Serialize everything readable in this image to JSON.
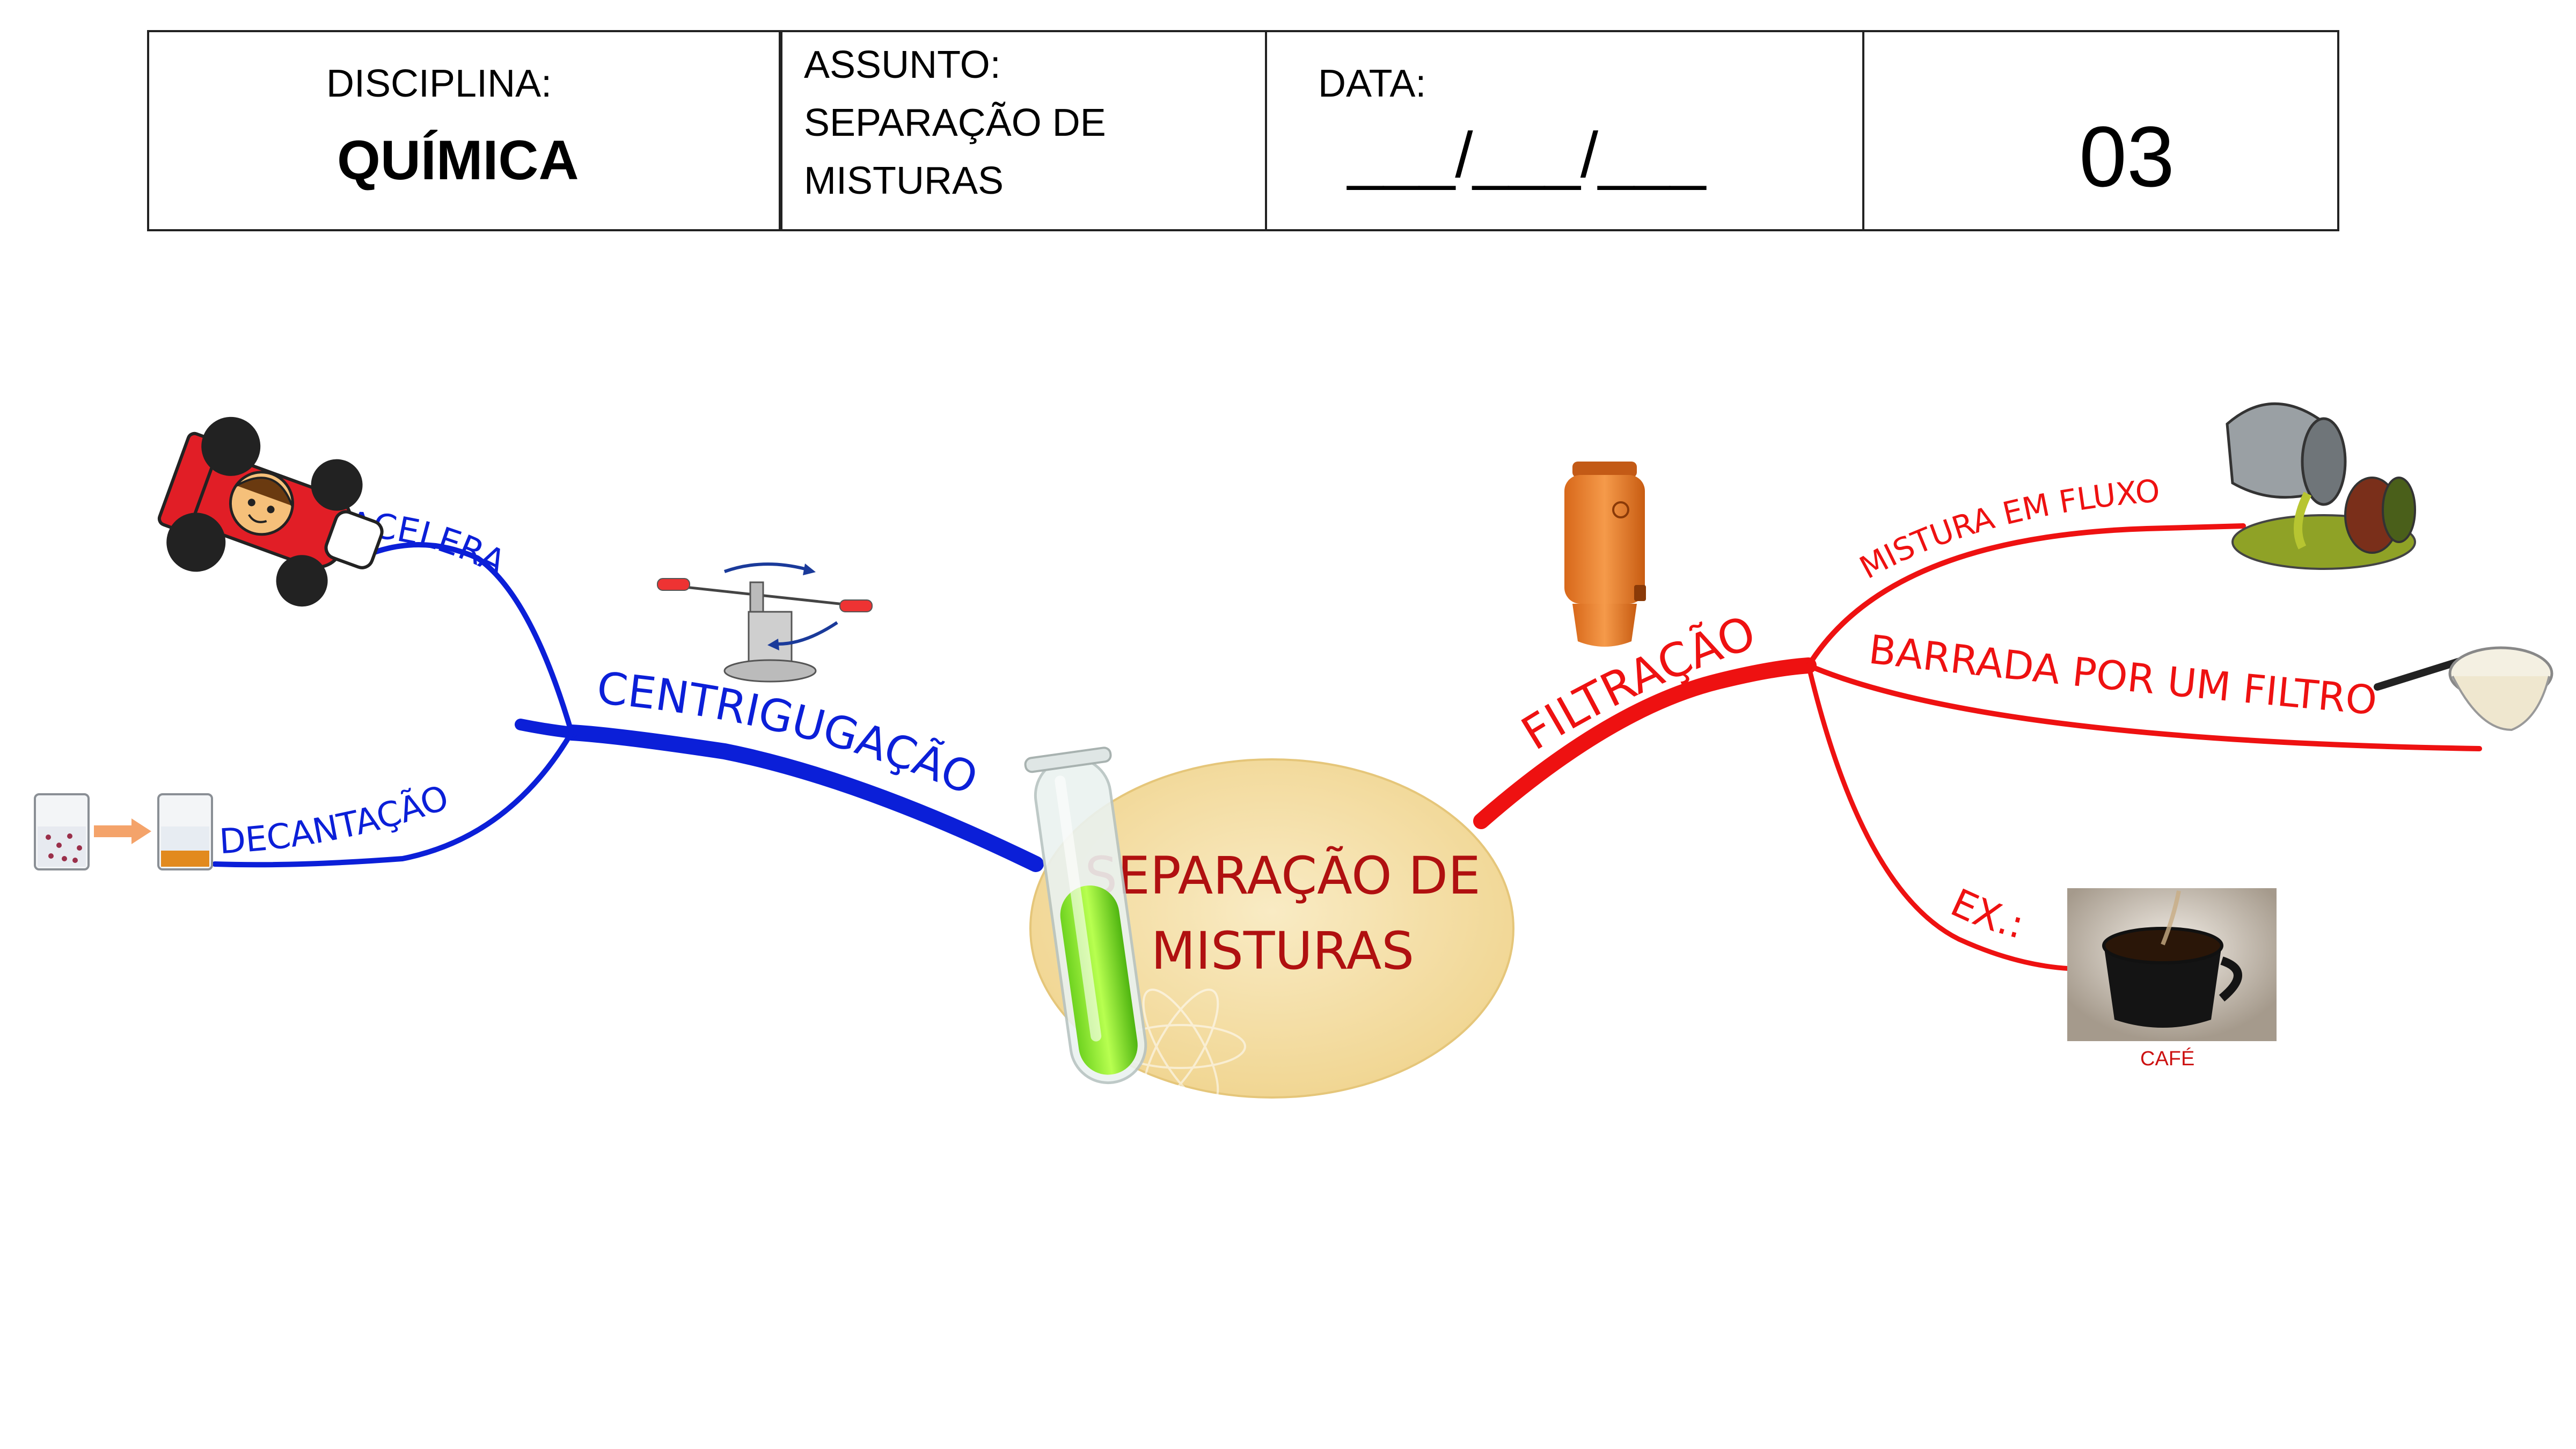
{
  "header": {
    "discipline_label": "DISCIPLINA:",
    "discipline_value": "QUÍMICA",
    "subject_label": "ASSUNTO:",
    "subject_line1": "SEPARAÇÃO DE",
    "subject_line2": "MISTURAS",
    "date_label": "DATA:",
    "date_blank": "___/___/___",
    "number": "03"
  },
  "mindmap": {
    "center_line1": "SEPARAÇÃO DE",
    "center_line2": "MISTURAS",
    "left": {
      "branch": "CENTRIGUGAÇÃO",
      "sub1": "ACELERA",
      "sub2": "DECANTAÇÃO"
    },
    "right": {
      "branch": "FILTRAÇÃO",
      "sub1": "MISTURA EM FLUXO",
      "sub2": "BARRADA POR UM FILTRO",
      "sub3": "EX.:",
      "coffee_caption": "CAFÉ"
    }
  },
  "colors": {
    "left_branch": "#0b1fd8",
    "right_branch": "#ee1111",
    "center_text": "#b01010",
    "center_fill": "#f6e2b0"
  }
}
